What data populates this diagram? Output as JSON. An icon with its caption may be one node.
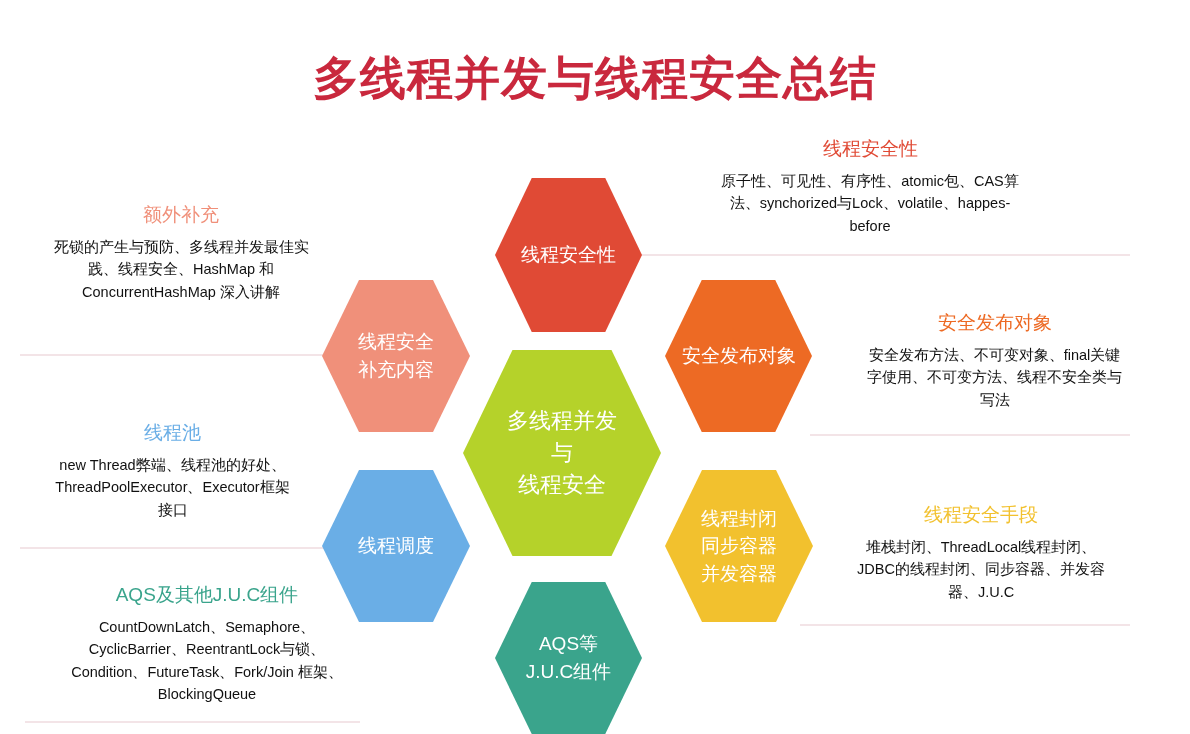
{
  "diagram": {
    "title": "多线程并发与线程安全总结",
    "nodes": [
      {
        "text": [
          "线程安全性"
        ],
        "beside": [
          "线程安全性",
          "原子性、可见性、有序性、atomic包、CAS算法、synchorized与Lock、volatile、happes-before"
        ]
      },
      {
        "text": [
          "线程安全补充内容"
        ],
        "beside": [
          "额外补充",
          "死锁的产生与预防、多线程并发最佳实践、线程安全、HashMap 和 ConcurrentHashMap 深入讲解"
        ]
      },
      {
        "text": [
          "安全发布对象"
        ],
        "beside": [
          "安全发布对象",
          "安全发布方法、不可变对象、final关键字使用、不可变方法、线程不安全类与写法"
        ]
      },
      {
        "text": [
          "多线程并发",
          "与",
          "线程安全"
        ]
      },
      {
        "text": [
          "线程调度"
        ],
        "beside": [
          "线程池",
          "new Thread弊端、线程池的好处、ThreadPoolExecutor、Executor框架接口"
        ]
      },
      {
        "text": [
          "线程封闭",
          "同步容器",
          "并发容器"
        ],
        "beside": [
          "线程安全手段",
          "堆栈封闭、ThreadLocal线程封闭、JDBC的线程封闭、同步容器、并发容器、J.U.C"
        ]
      },
      {
        "text": [
          "AQS等",
          "J.U.C组件"
        ]
      }
    ],
    "labels": [
      "AQS及其他J.U.C组件",
      "CountDownLatch、Semaphore、CyclicBarrier、ReentrantLock与锁、Condition、FutureTask、Fork/Join 框架、BlockingQueue"
    ]
  }
}
